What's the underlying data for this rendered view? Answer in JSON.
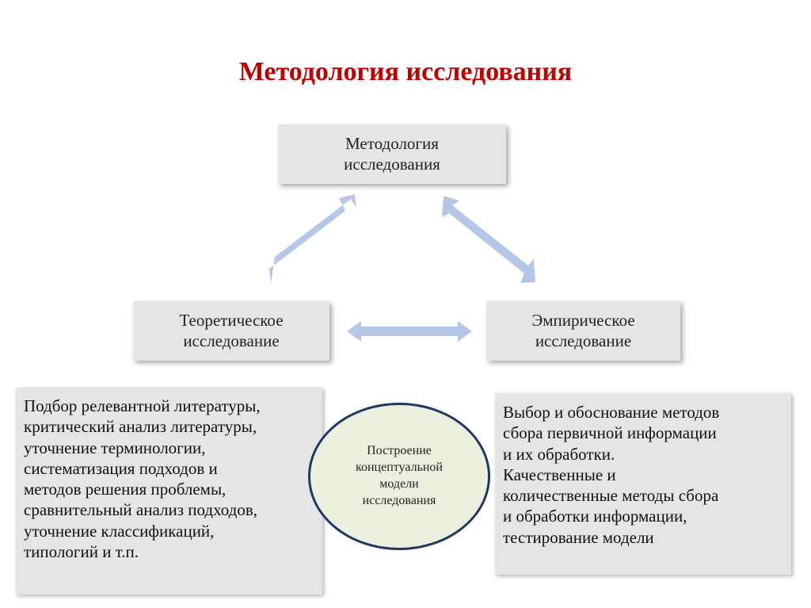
{
  "title": "Методология исследования",
  "nodes": {
    "top": {
      "line1": "Методология",
      "line2": "исследования"
    },
    "left": {
      "line1": "Теоретическое",
      "line2": "исследование"
    },
    "right": {
      "line1": "Эмпирическое",
      "line2": "исследование"
    }
  },
  "center": {
    "lines": [
      "Построение",
      "концептуальной",
      "модели",
      "исследования"
    ]
  },
  "left_box": {
    "lines": [
      "Подбор релевантной литературы,",
      "критический анализ литературы,",
      "уточнение терминологии,",
      "систематизация  подходов и",
      "методов решения проблемы,",
      "сравнительный анализ подходов,",
      "уточнение классификаций,",
      "типологий и т.п."
    ]
  },
  "right_box": {
    "lines": [
      "Выбор и обоснование методов",
      "сбора первичной  информации",
      "и их обработки.",
      "Качественные и",
      "количественные методы сбора",
      "и обработки информации,",
      "тестирование модели"
    ]
  },
  "colors": {
    "title": "#c00000",
    "node_fill": "#e5e5e5",
    "arrow_fill": "#b4c7e7",
    "ellipse_fill": "#ebf1de",
    "ellipse_border": "#1f3864"
  }
}
